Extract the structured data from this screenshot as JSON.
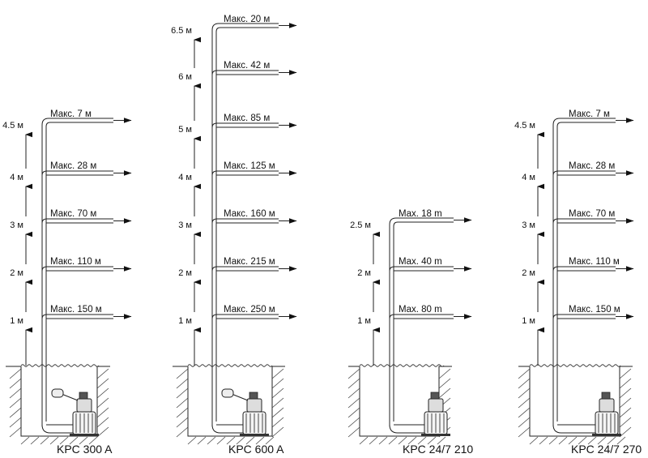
{
  "pumps": [
    {
      "name": "KPC 300 A",
      "height_label": "4.5 м",
      "levels": [
        {
          "height": "1 м",
          "flow": "Макс. 150 м"
        },
        {
          "height": "2 м",
          "flow": "Макс. 110 м"
        },
        {
          "height": "3 м",
          "flow": "Макс. 70 м"
        },
        {
          "height": "4 м",
          "flow": "Макс. 28 м"
        },
        {
          "height": "4.5 м",
          "flow": "Макс. 7 м"
        }
      ]
    },
    {
      "name": "KPC 600 A",
      "height_label": "6.5 м",
      "levels": [
        {
          "height": "1 м",
          "flow": "Макс. 250 м"
        },
        {
          "height": "2 м",
          "flow": "Макс. 215 м"
        },
        {
          "height": "3 м",
          "flow": "Макс. 160 м"
        },
        {
          "height": "4 м",
          "flow": "Макс. 125 м"
        },
        {
          "height": "5 м",
          "flow": "Макс. 85 м"
        },
        {
          "height": "6 м",
          "flow": "Макс. 42 м"
        },
        {
          "height": "6.5 м",
          "flow": "Макс. 20 м"
        }
      ]
    },
    {
      "name": "KPC 24/7 210",
      "height_label": "2.5 м",
      "levels": [
        {
          "height": "1 м",
          "flow": "Max. 80 m"
        },
        {
          "height": "2 м",
          "flow": "Max. 40 m"
        },
        {
          "height": "2.5 м",
          "flow": "Max. 18 m"
        }
      ]
    },
    {
      "name": "KPC 24/7 270",
      "height_label": "4.5 м",
      "levels": [
        {
          "height": "1 м",
          "flow": "Макс. 150 м"
        },
        {
          "height": "2 м",
          "flow": "Макс. 110 м"
        },
        {
          "height": "3 м",
          "flow": "Макс. 70 м"
        },
        {
          "height": "4 м",
          "flow": "Макс. 28 м"
        },
        {
          "height": "4.5 м",
          "flow": "Макс. 7 м"
        }
      ]
    }
  ]
}
